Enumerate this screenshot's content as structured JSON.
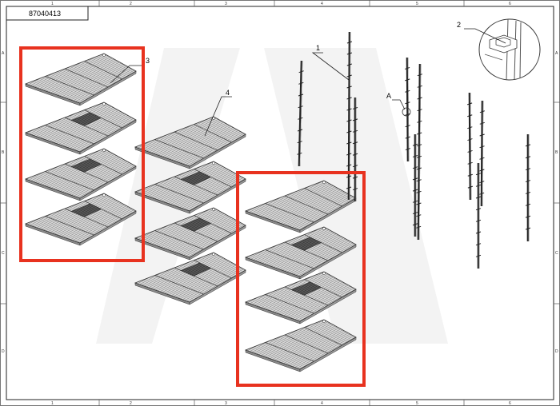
{
  "document_number": "87040413",
  "zone_columns": [
    "1",
    "2",
    "3",
    "4",
    "5",
    "6"
  ],
  "zone_rows": [
    "A",
    "B",
    "C",
    "D"
  ],
  "callouts": {
    "shelves_left": "3",
    "shelves_mid": "4",
    "rails": "1",
    "detail_ref": "A",
    "detail_view": "2"
  },
  "highlight_color": "#e8321f",
  "watermark_color": "#f2f2f2"
}
